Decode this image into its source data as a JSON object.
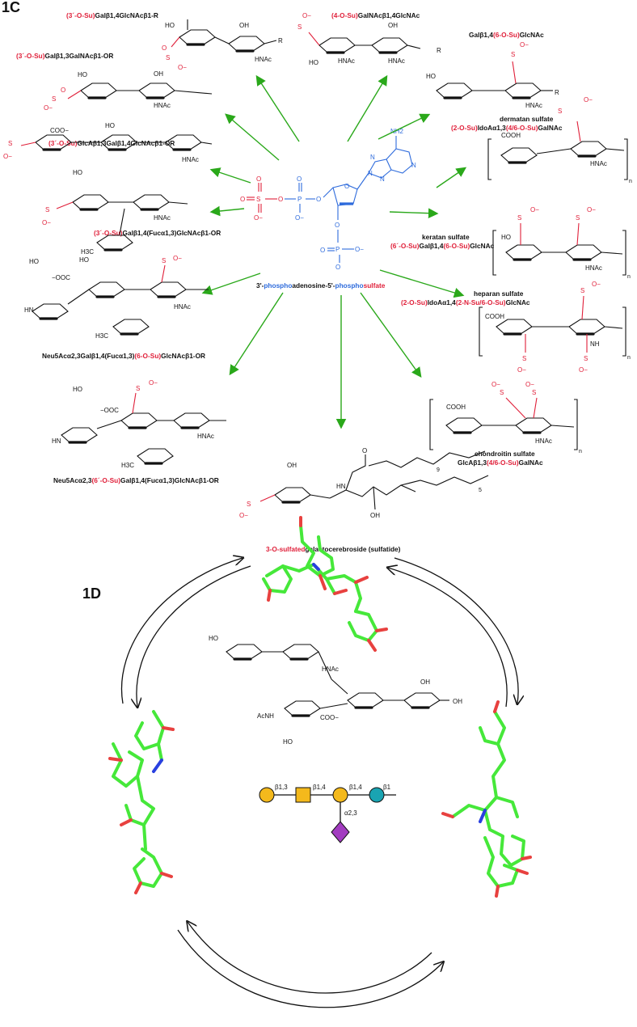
{
  "panels": {
    "c": "1C",
    "d": "1D"
  },
  "center": {
    "prefix": "3'-",
    "phospho1": "phospho",
    "adenosine": "adenosine-5'-",
    "phospho2": "phospho",
    "sulfate": "sulfate",
    "nh2": "NH2",
    "n": "N",
    "o": "O",
    "p": "P",
    "s": "S",
    "ominus": "O−"
  },
  "structures": {
    "s1": {
      "red": "(3´-O-Su)",
      "black": "Galβ1,4GlcNAcβ1-R"
    },
    "s2": {
      "red": "(4-O-Su)",
      "black": "GalNAcβ1,4GlcNAc"
    },
    "s3": {
      "red": "(3´-O-Su)",
      "black": "Galβ1,3GalNAcβ1-OR"
    },
    "s4": {
      "black1": "Galβ1,4",
      "red": "(6-O-Su)",
      "black2": "GlcNAc"
    },
    "s5": {
      "red": "(3´-O-Su)",
      "black": "GlcAβ1,3Galβ1,4GlcNAcβ1-OR"
    },
    "s6": {
      "red": "(3´-O-Su)",
      "black": "Galβ1,4(Fucα1,3)GlcNAcβ1-OR"
    },
    "s7": {
      "black1": "Neu5Acα2,3Galβ1,4(Fucα1,3)",
      "red": "(6-O-Su)",
      "black2": "GlcNAcβ1-OR"
    },
    "s8": {
      "black1": "Neu5Acα2,3",
      "red": "(6´-O-Su)",
      "black2": "Galβ1,4(Fucα1,3)GlcNAcβ1-OR"
    },
    "s9": {
      "red": "3-O-sulfated",
      "black": "galactocerebroside (sulfatide)"
    },
    "s10": {
      "title": "dermatan sulfate",
      "red1": "(2-O-Su)",
      "black1": "IdoAα1,3",
      "red2": "(4/6-O-Su)",
      "black2": "GalNAc"
    },
    "s11": {
      "title": "keratan sulfate",
      "red1": "(6´-O-Su)",
      "black1": "Galβ1,4",
      "red2": "(6-O-Su)",
      "black2": "GlcNAc"
    },
    "s12": {
      "title": "heparan sulfate",
      "red1": "(2-O-Su)",
      "black1": "IdoAα1,4",
      "red2": "(2-N-Su/6-O-Su)",
      "black2": "GlcNAc"
    },
    "s13": {
      "title": "chondroitin sulfate",
      "black1": "GlcAβ1,3",
      "red": "(4/6-O-Su)",
      "black2": "GalNAc"
    }
  },
  "atoms": {
    "nhac": "HNAc",
    "ho": "HO",
    "oh": "OH",
    "r": "R",
    "cooh": "COOH",
    "coo": "COO−",
    "ooc": "−OOC",
    "nh": "NH",
    "acnh": "AcNH",
    "hn": "HN",
    "h3c": "H3C",
    "ominus": "O−",
    "o": "O",
    "s": "S",
    "n_sub": "n",
    "nine": "9",
    "five": "5"
  },
  "snfg": {
    "link1": "β1,3",
    "link2": "β1,4",
    "link3": "β1,4",
    "link4": "β1",
    "link5": "α2,3",
    "colors": {
      "gal": "#f4b91c",
      "galnac": "#f4b91c",
      "glc": "#1aa4b2",
      "neu5ac": "#a23cc0"
    }
  },
  "colors": {
    "sulfate": "#e0203a",
    "phosphate": "#2e6bdc",
    "arrow": "#2aa81a",
    "carbon_model": "#46e83a",
    "oxygen_model": "#e8413f",
    "nitrogen_model": "#2940e0"
  }
}
